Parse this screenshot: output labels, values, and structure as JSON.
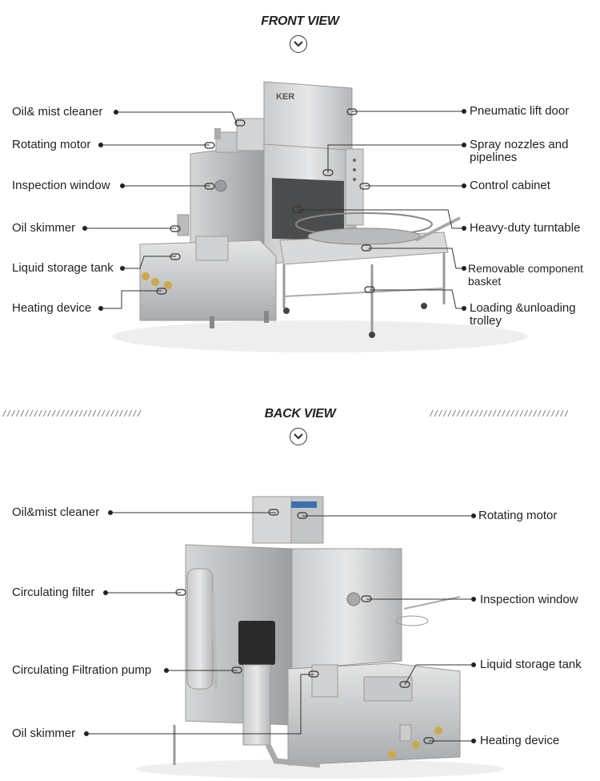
{
  "front": {
    "title": "FRONT VIEW",
    "labels_left": [
      "Oil& mist cleaner",
      "Rotating motor",
      "Inspection window",
      "Oil skimmer",
      "Liquid storage tank",
      "Heating device"
    ],
    "labels_right": [
      "Pneumatic lift door",
      "Spray nozzles and",
      "pipelines",
      "Control cabinet",
      "Heavy-duty turntable",
      "Removable component",
      "basket",
      "Loading &unloading",
      "trolley"
    ],
    "brand": "KER"
  },
  "back": {
    "title": "BACK VIEW",
    "labels_left": [
      "Oil&mist cleaner",
      "Circulating filter",
      "Circulating Filtration pump",
      "Oil skimmer"
    ],
    "labels_right": [
      "Rotating motor",
      "Inspection window",
      "Liquid storage tank",
      "Heating device"
    ]
  },
  "divider": "///////////////////////////////",
  "colors": {
    "steel_light": "#d9dadb",
    "steel_mid": "#b9bbbd",
    "steel_dark": "#8e9194",
    "motor": "#2a2a2a",
    "brass": "#c9a94a"
  },
  "icons": [
    "chevron-down-icon"
  ]
}
